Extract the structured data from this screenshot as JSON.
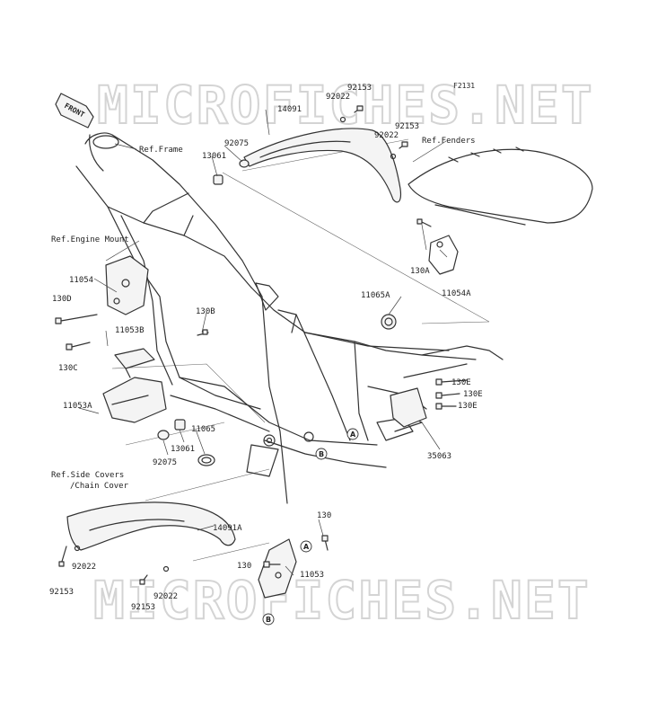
{
  "figure_code": "F2131",
  "watermark": "MICROFICHES.NET",
  "front_label": "FRONT",
  "labels": {
    "ref_frame": "Ref.Frame",
    "ref_fenders": "Ref.Fenders",
    "ref_engine_mount": "Ref.Engine Mount",
    "ref_side_covers_1": "Ref.Side Covers",
    "ref_side_covers_2": "/Chain Cover",
    "p14091": "14091",
    "p92153_a": "92153",
    "p92022_a": "92022",
    "p92153_b": "92153",
    "p92022_b": "92022",
    "p92075_a": "92075",
    "p13061_a": "13061",
    "p130a": "130A",
    "p11054a": "11054A",
    "p11054": "11054",
    "p130d": "130D",
    "p130c": "130C",
    "p11053b": "11053B",
    "p130b": "130B",
    "p11065a": "11065A",
    "p130e_1": "130E",
    "p130e_2": "130E",
    "p130e_3": "130E",
    "p35063": "35063",
    "p11053a": "11053A",
    "p11065": "11065",
    "p13061_b": "13061",
    "p92075_b": "92075",
    "p14091a": "14091A",
    "p130_1": "130",
    "p130_2": "130",
    "p11053": "11053",
    "p92022_c": "92022",
    "p92153_c": "92153",
    "p92022_d": "92022",
    "p92153_d": "92153"
  },
  "callouts": {
    "a": "A",
    "b": "B"
  }
}
